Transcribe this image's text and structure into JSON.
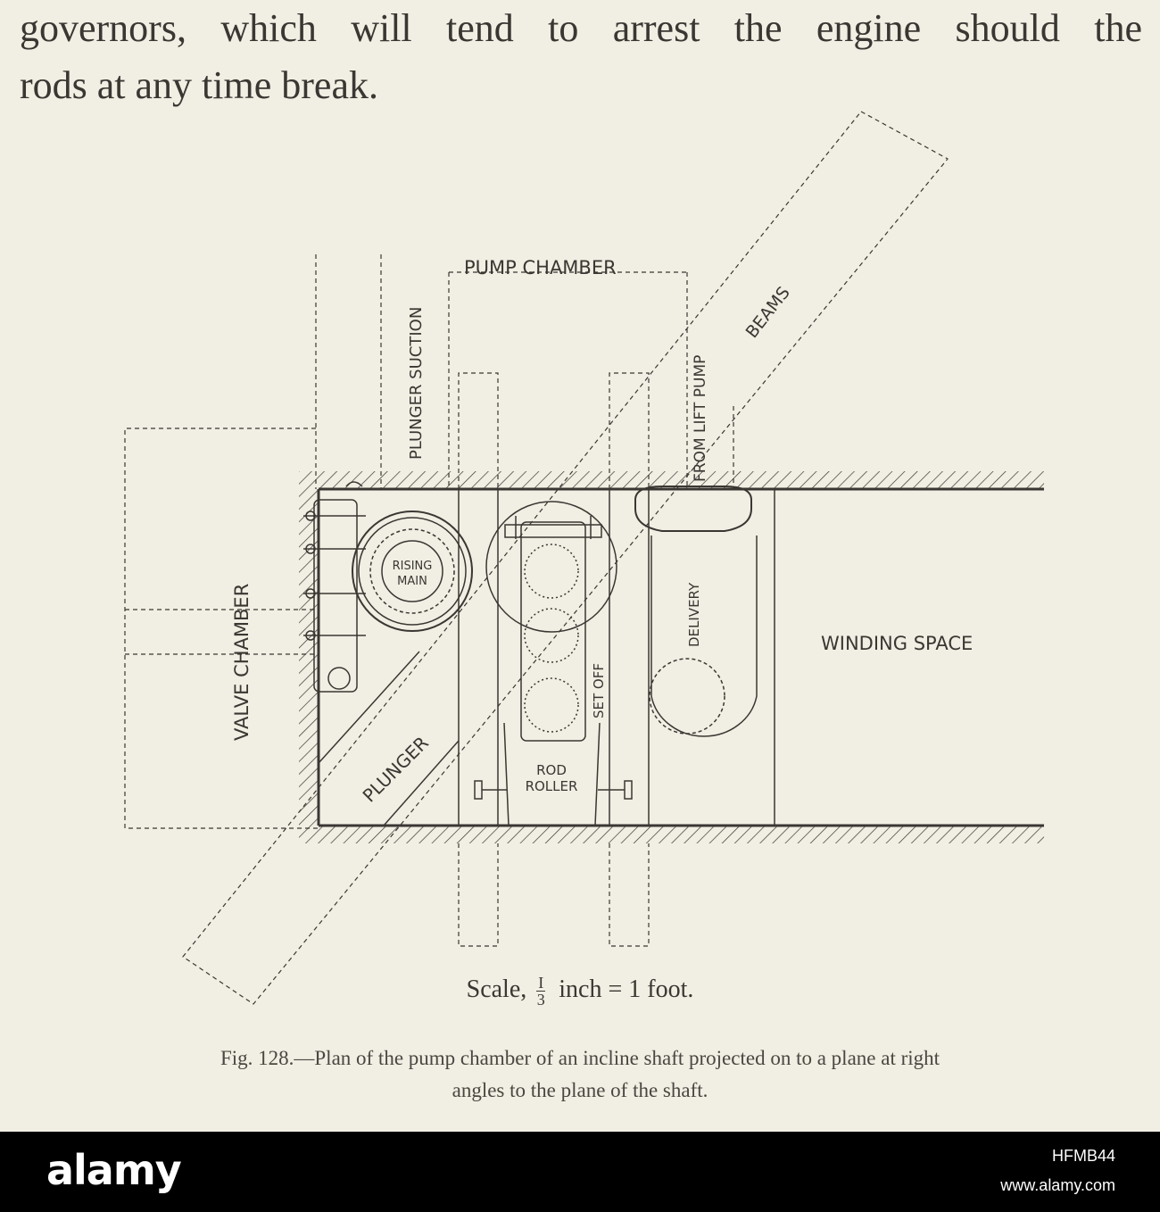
{
  "body_text": {
    "line1": "governors, which will tend to arrest the engine should the",
    "line2": "rods at any time break."
  },
  "diagram": {
    "labels": {
      "pump_chamber": "PUMP CHAMBER",
      "plunger_suction": "PLUNGER SUCTION",
      "from_lift_pump": "FROM LIFT PUMP",
      "beams": "BEAMS",
      "valve_chamber": "VALVE CHAMBER",
      "rising_main_1": "RISING",
      "rising_main_2": "MAIN",
      "delivery": "DELIVERY",
      "set_off": "SET OFF",
      "winding_space": "WINDING SPACE",
      "plunger": "PLUNGER",
      "rod_roller_1": "ROD",
      "rod_roller_2": "ROLLER"
    }
  },
  "scale": {
    "prefix": "Scale,",
    "numerator": "I",
    "denominator": "3",
    "suffix": "inch = 1 foot."
  },
  "caption": {
    "line1": "Fig. 128.—Plan of the pump chamber of an incline shaft projected on to a plane at right",
    "line2": "angles to the plane of the shaft."
  },
  "watermark": {
    "brand": "alamy",
    "image_id": "HFMB44",
    "url": "www.alamy.com"
  },
  "colors": {
    "paper": "#f1eee3",
    "ink": "#3a3733",
    "footer": "#000000"
  }
}
